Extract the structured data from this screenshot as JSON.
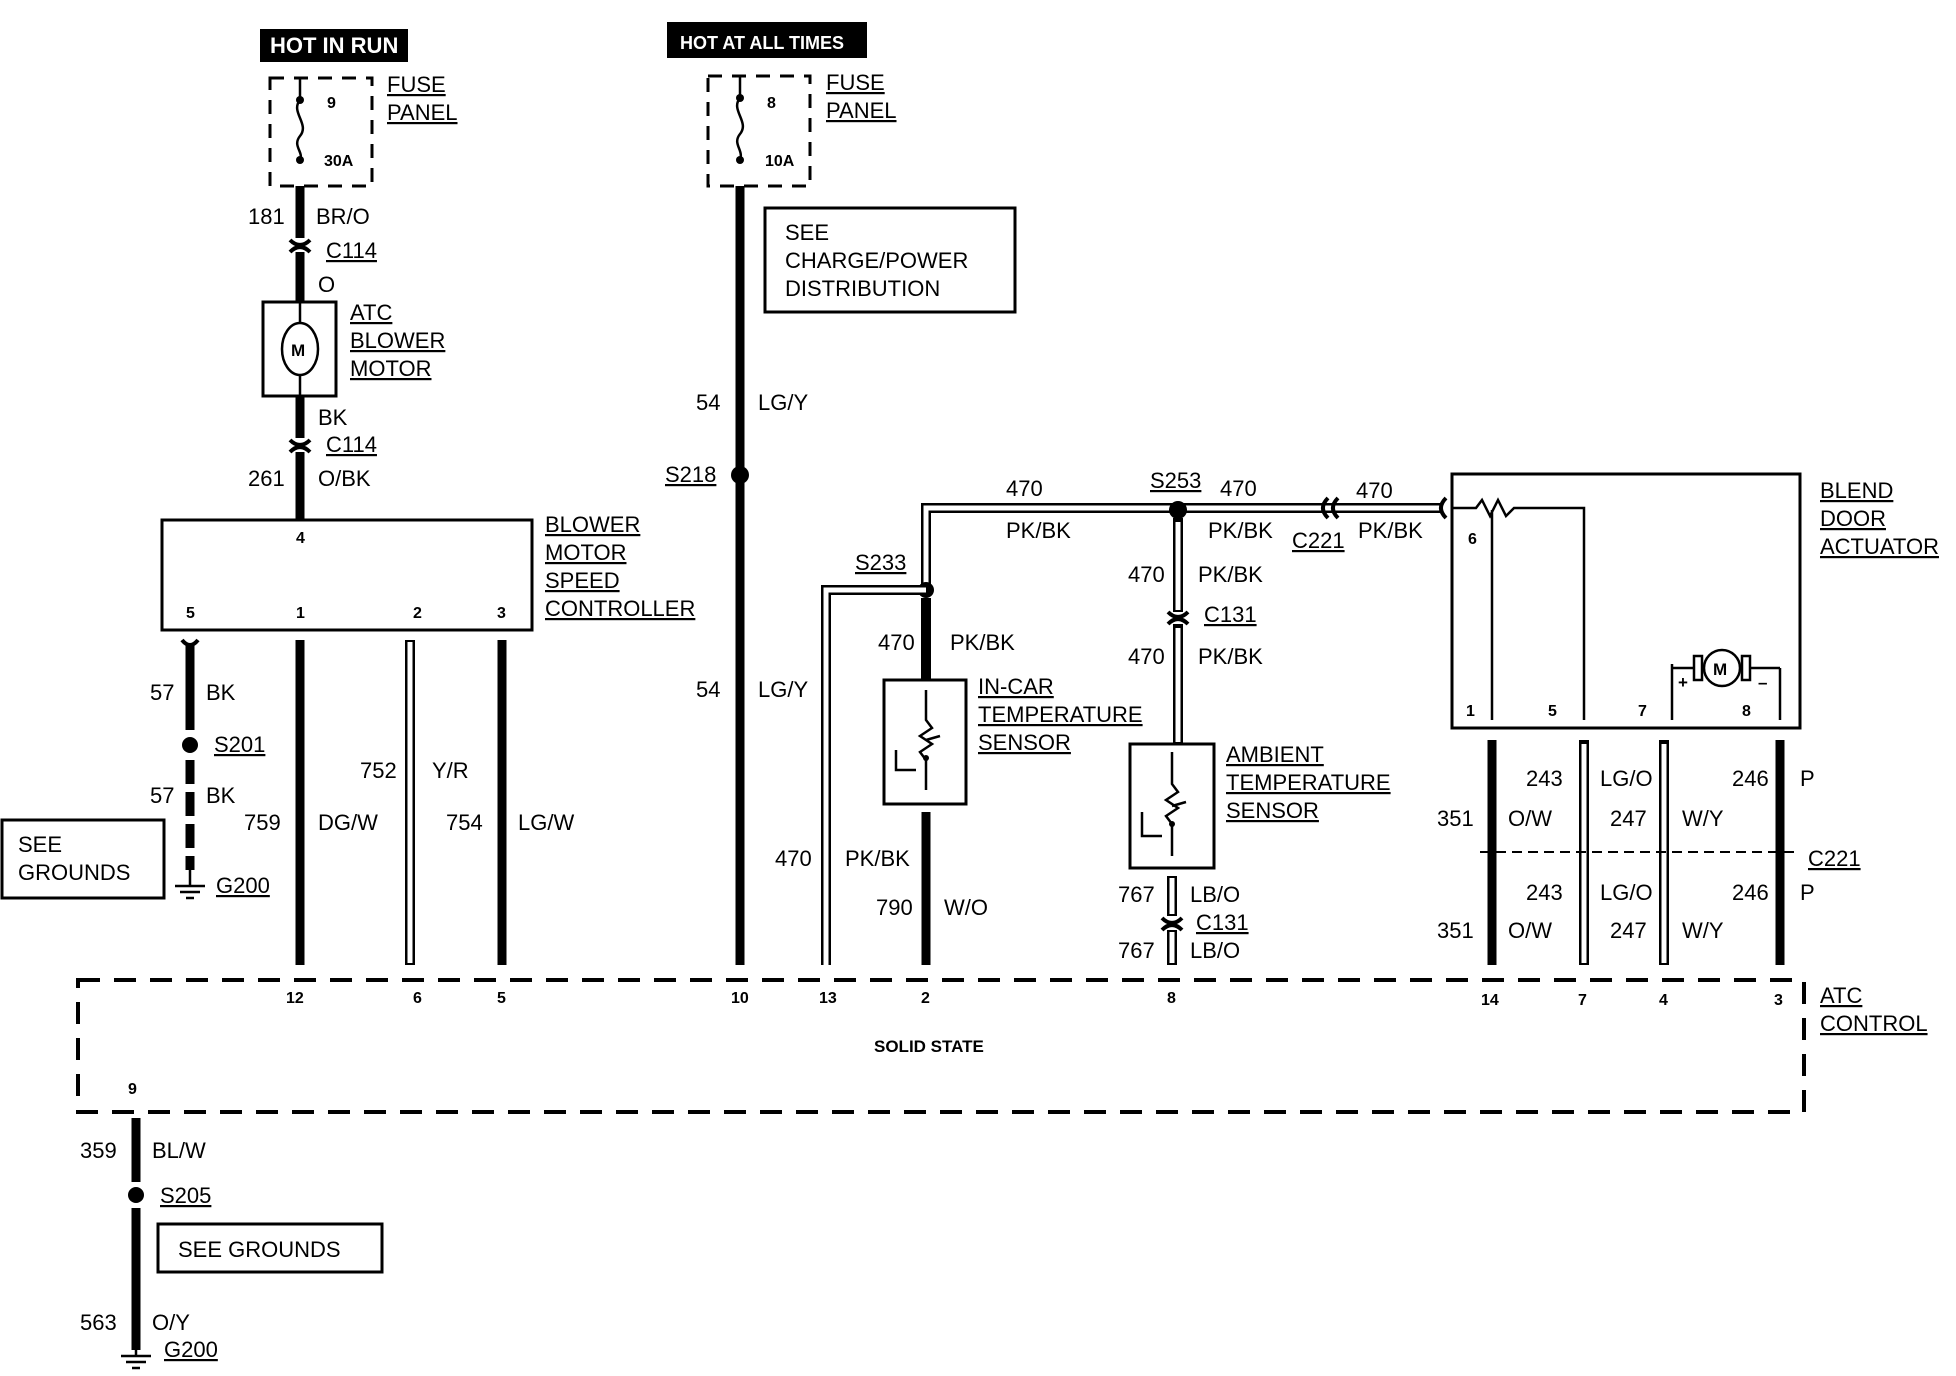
{
  "headers": {
    "hot_in_run": "HOT IN RUN",
    "hot_at_all_times": "HOT AT ALL TIMES"
  },
  "fuse1": {
    "label_line1": "FUSE",
    "label_line2": "PANEL",
    "number": "9",
    "rating": "30A"
  },
  "fuse2": {
    "label_line1": "FUSE",
    "label_line2": "PANEL",
    "number": "8",
    "rating": "10A"
  },
  "see_charge": {
    "line1": "SEE",
    "line2": "CHARGE/POWER",
    "line3": "DISTRIBUTION"
  },
  "blower_motor": {
    "line1": "ATC",
    "line2": "BLOWER",
    "line3": "MOTOR",
    "symbol": "M"
  },
  "bmsc": {
    "line1": "BLOWER",
    "line2": "MOTOR",
    "line3": "SPEED",
    "line4": "CONTROLLER",
    "pin_top": "4",
    "pins": [
      "5",
      "1",
      "2",
      "3"
    ]
  },
  "in_car": {
    "line1": "IN-CAR",
    "line2": "TEMPERATURE",
    "line3": "SENSOR"
  },
  "ambient": {
    "line1": "AMBIENT",
    "line2": "TEMPERATURE",
    "line3": "SENSOR"
  },
  "blend": {
    "line1": "BLEND",
    "line2": "DOOR",
    "line3": "ACTUATOR",
    "pin6": "6",
    "pins": [
      "1",
      "5",
      "7",
      "8"
    ],
    "motor": "M",
    "plus": "+",
    "minus": "–"
  },
  "atc": {
    "line1": "ATC",
    "line2": "CONTROL",
    "body": "SOLID STATE",
    "pins": [
      "12",
      "6",
      "5",
      "10",
      "13",
      "2",
      "8",
      "14",
      "7",
      "4",
      "3"
    ],
    "pin9": "9"
  },
  "see_grounds_1": {
    "line1": "SEE",
    "line2": "GROUNDS"
  },
  "see_grounds_2": {
    "text": "SEE GROUNDS"
  },
  "circuits": {
    "c181": "181",
    "br_o": "BR/O",
    "c114a": "C114",
    "o": "O",
    "bk": "BK",
    "c114b": "C114",
    "c261": "261",
    "o_bk": "O/BK",
    "c57a": "57",
    "bk_a": "BK",
    "s201": "S201",
    "c57b": "57",
    "bk_b": "BK",
    "g200a": "G200",
    "c759": "759",
    "dg_w": "DG/W",
    "c752": "752",
    "y_r": "Y/R",
    "c754": "754",
    "lg_w": "LG/W",
    "c54a": "54",
    "lg_y_a": "LG/Y",
    "s218": "S218",
    "c54b": "54",
    "lg_y_b": "LG/Y",
    "c470_top1": "470",
    "pk_bk_top1": "PK/BK",
    "s253": "S253",
    "c470_top2": "470",
    "pk_bk_top2": "PK/BK",
    "c221a": "C221",
    "c470_top3": "470",
    "pk_bk_top3": "PK/BK",
    "s233": "S233",
    "c470_a": "470",
    "pk_bk_a": "PK/BK",
    "c470_b": "470",
    "pk_bk_b": "PK/BK",
    "c790": "790",
    "w_o": "W/O",
    "c470_c": "470",
    "pk_bk_c": "PK/BK",
    "c131a": "C131",
    "c470_d": "470",
    "pk_bk_d": "PK/BK",
    "c767a": "767",
    "lb_o_a": "LB/O",
    "c131b": "C131",
    "c767b": "767",
    "lb_o_b": "LB/O",
    "c351a": "351",
    "o_w_a": "O/W",
    "c243a": "243",
    "lg_o_a": "LG/O",
    "c247a": "247",
    "w_y_a": "W/Y",
    "c246a": "246",
    "p_a": "P",
    "c221b": "C221",
    "c351b": "351",
    "o_w_b": "O/W",
    "c243b": "243",
    "lg_o_b": "LG/O",
    "c247b": "247",
    "w_y_b": "W/Y",
    "c246b": "246",
    "p_b": "P",
    "c359": "359",
    "bl_w": "BL/W",
    "s205": "S205",
    "c563": "563",
    "o_y": "O/Y",
    "g200b": "G200"
  }
}
